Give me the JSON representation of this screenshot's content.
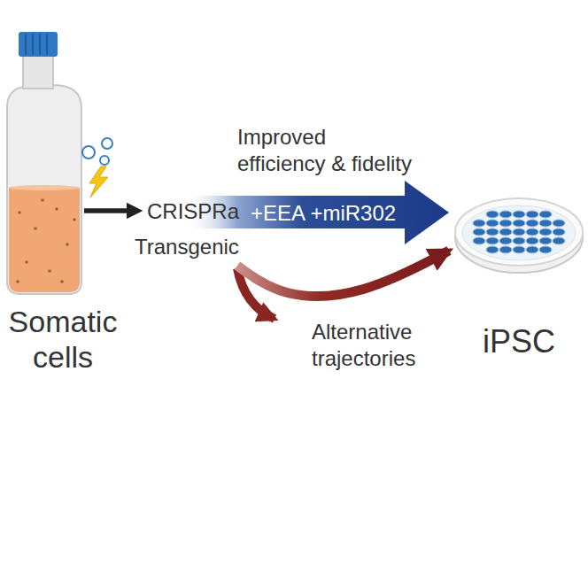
{
  "diagram": {
    "nodes": [
      {
        "text": [
          "Somatic cells"
        ]
      },
      {
        "text": [
          "iPSC"
        ]
      }
    ],
    "edges": [
      {
        "from": 0,
        "to": 1,
        "arrow": "to",
        "label": "+EEA +miR302"
      },
      {
        "from": 0,
        "to": 1,
        "arrow": "to"
      }
    ],
    "labels": [
      "Improved efficiency & fidelity",
      "CRISPRa",
      "Transgenic",
      "Alternative trajectories"
    ]
  }
}
